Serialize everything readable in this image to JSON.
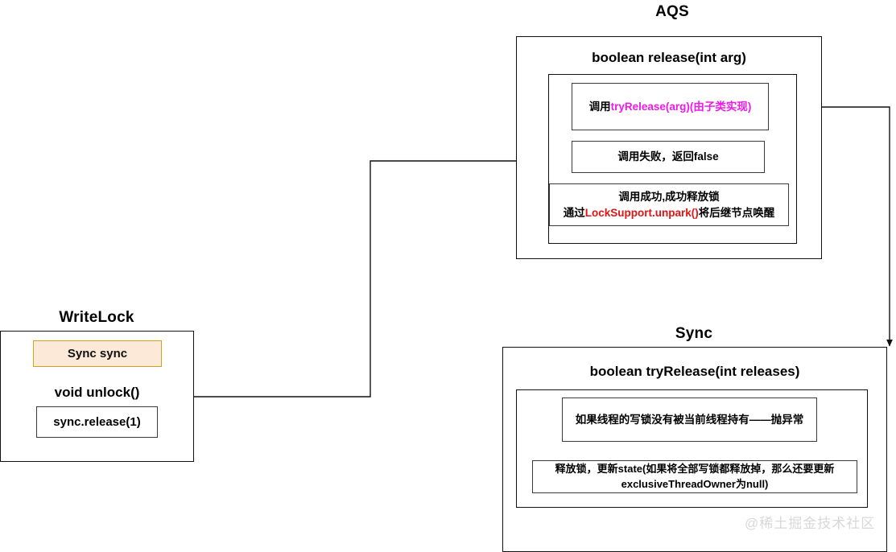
{
  "diagram": {
    "groups": {
      "aqs": {
        "title": "AQS",
        "method": "boolean release(int arg)",
        "steps": [
          {
            "id": "call-tryrelease",
            "prefix": "调用",
            "highlight": "tryRelease(arg)(由子类实现)",
            "suffix": ""
          },
          {
            "id": "call-failed",
            "text": "调用失败，返回false"
          },
          {
            "id": "call-success",
            "line1": "调用成功,成功释放锁",
            "line2_prefix": "通过",
            "line2_highlight": "LockSupport.unpark()",
            "line2_suffix": "将后继节点唤醒"
          }
        ]
      },
      "writelock": {
        "title": "WriteLock",
        "field": "Sync sync",
        "method": "void unlock()",
        "statement": "sync.release(1)"
      },
      "sync": {
        "title": "Sync",
        "method": "boolean tryRelease(int releases)",
        "steps": [
          {
            "id": "throw-if-not-held",
            "text": "如果线程的写锁没有被当前线程持有——抛异常"
          },
          {
            "id": "release-update-state",
            "line1": "释放锁，更新state(如果将全部写锁都释放掉，那么还要更新",
            "line2": "exclusiveThreadOwner为null)"
          }
        ]
      }
    },
    "watermark": "@稀土掘金技术社区",
    "colors": {
      "stroke": "#111111",
      "field_fill": "#fce9d8",
      "field_border": "#d2a21a",
      "magenta": "#ef1ae8",
      "red": "#e21313",
      "watermark": "#d8d8d8"
    }
  }
}
